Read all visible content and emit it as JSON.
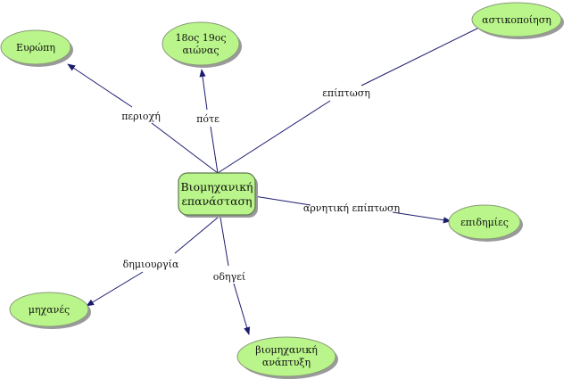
{
  "diagram": {
    "center": {
      "lines": [
        "Βιομηχανική",
        "επανάσταση"
      ]
    },
    "nodes": [
      {
        "id": "europe",
        "lines": [
          "Ευρώπη"
        ]
      },
      {
        "id": "century",
        "lines": [
          "18ος 19ος",
          "αιώνας"
        ]
      },
      {
        "id": "urbanization",
        "lines": [
          "αστικοποίηση"
        ]
      },
      {
        "id": "epidemics",
        "lines": [
          "επιδημίες"
        ]
      },
      {
        "id": "machines",
        "lines": [
          "μηχανές"
        ]
      },
      {
        "id": "industrial_dev",
        "lines": [
          "βιομηχανική",
          "ανάπτυξη"
        ]
      }
    ],
    "links": [
      {
        "to": "europe",
        "label": "περιοχή"
      },
      {
        "to": "century",
        "label": "πότε"
      },
      {
        "to": "urbanization",
        "label": "επίπτωση"
      },
      {
        "to": "epidemics",
        "label": "αρνητική επίπτωση"
      },
      {
        "to": "machines",
        "label": "δημιουργία"
      },
      {
        "to": "industrial_dev",
        "label": "οδηγεί"
      }
    ]
  }
}
